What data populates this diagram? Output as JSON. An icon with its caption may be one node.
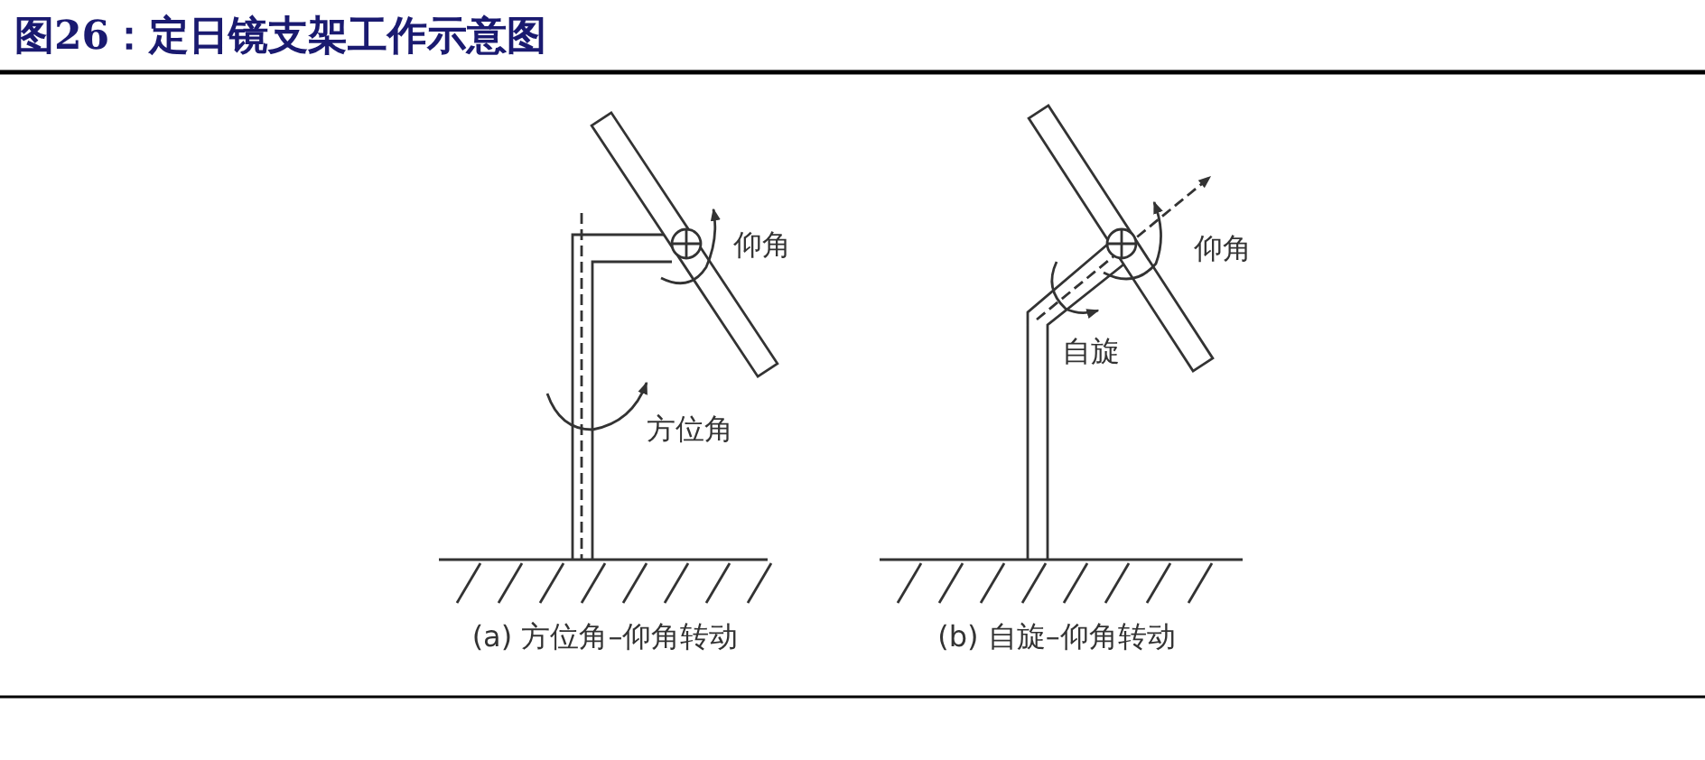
{
  "diagram": {
    "title": "图26：定日镜支架工作示意图",
    "labels": [
      "仰角",
      "方位角",
      "(a) 方位角–仰角转动",
      "仰角",
      "自旋",
      "(b) 自旋–仰角转动"
    ]
  }
}
